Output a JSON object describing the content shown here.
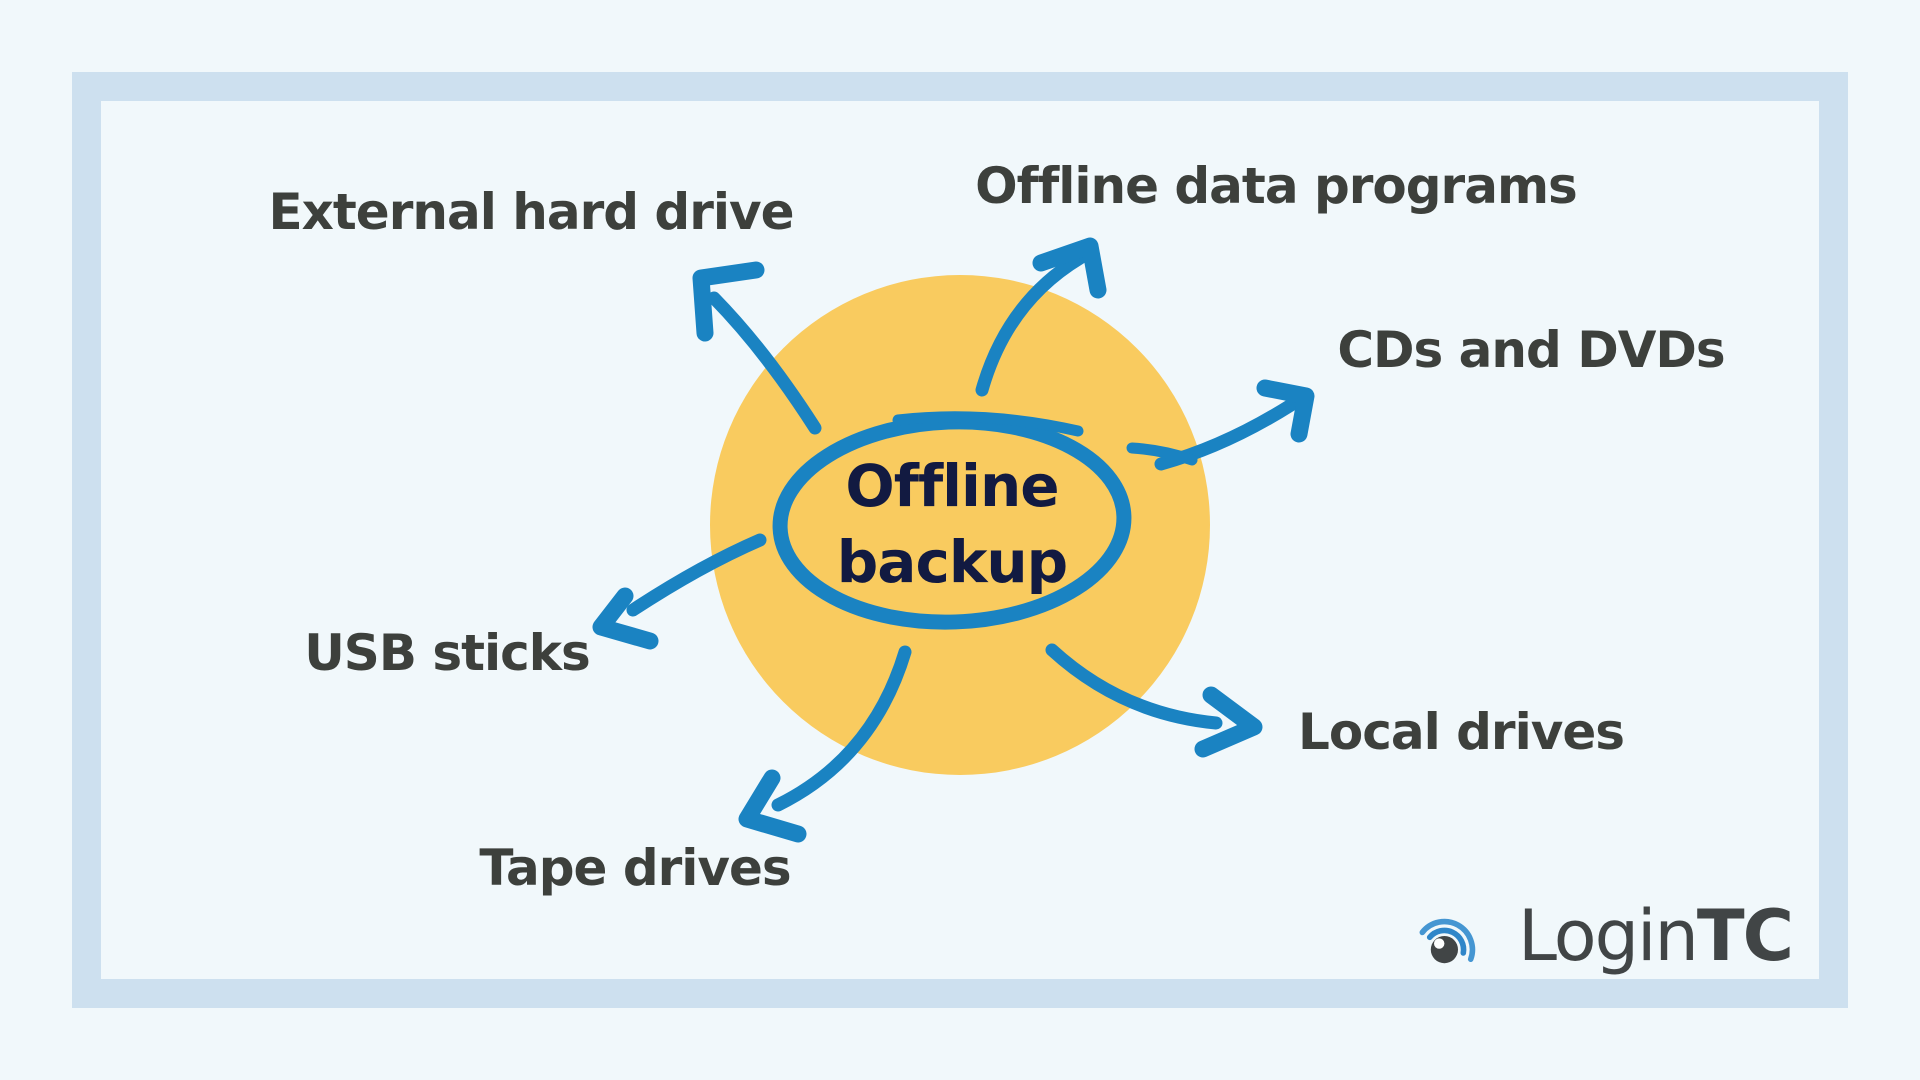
{
  "colors": {
    "page-bg": "#F1F8FB",
    "frame-border": "#CDE0EF",
    "hub-yellow": "#F9CB5F",
    "accent-blue": "#1A83C2",
    "label-ink": "#3D403C",
    "center-ink": "#121A41",
    "logo-ink": "#414546",
    "logo-blue": "#2F86C9",
    "logo-blue-light": "#4596D2",
    "highlight-white": "#FDFEFE"
  },
  "diagram": {
    "center": {
      "line1": "Offline",
      "line2": "backup"
    },
    "nodes": [
      {
        "id": "external-hard-drive",
        "label": "External hard drive"
      },
      {
        "id": "offline-data-programs",
        "label": "Offline data programs"
      },
      {
        "id": "cds-and-dvds",
        "label": "CDs and DVDs"
      },
      {
        "id": "local-drives",
        "label": "Local drives"
      },
      {
        "id": "tape-drives",
        "label": "Tape drives"
      },
      {
        "id": "usb-sticks",
        "label": "USB sticks"
      }
    ]
  },
  "logo": {
    "text_regular": "Login",
    "text_bold": "TC"
  }
}
